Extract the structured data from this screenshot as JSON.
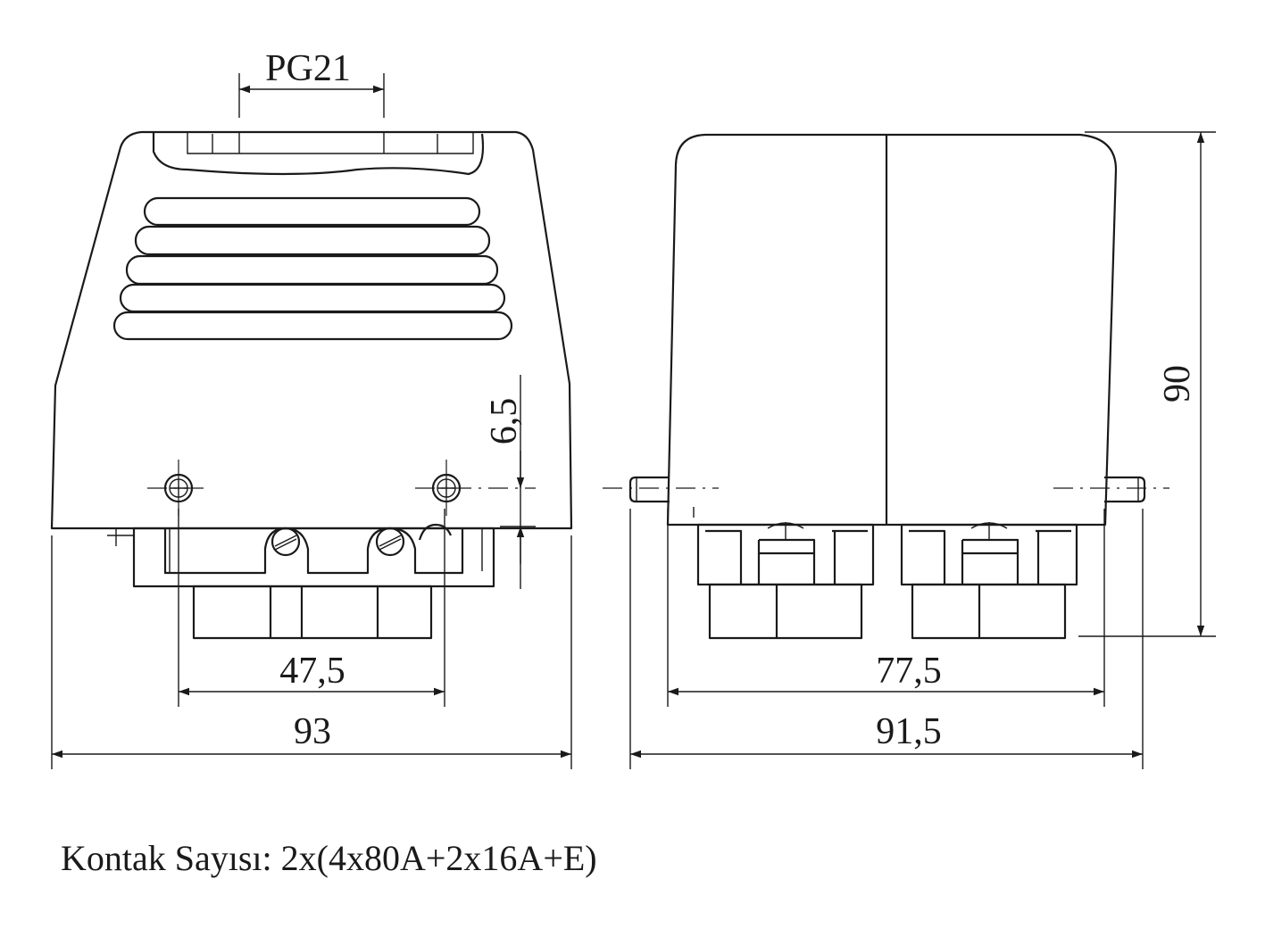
{
  "dimensions": {
    "cable_entry": "PG21",
    "front_pin_spacing": "47,5",
    "front_width": "93",
    "flange_height": "6,5",
    "side_pin_spacing": "77,5",
    "side_width": "91,5",
    "height": "90"
  },
  "caption": "Kontak Sayısı: 2x(4x80A+2x16A+E)",
  "colors": {
    "line": "#1a1a1a",
    "background": "#ffffff"
  }
}
